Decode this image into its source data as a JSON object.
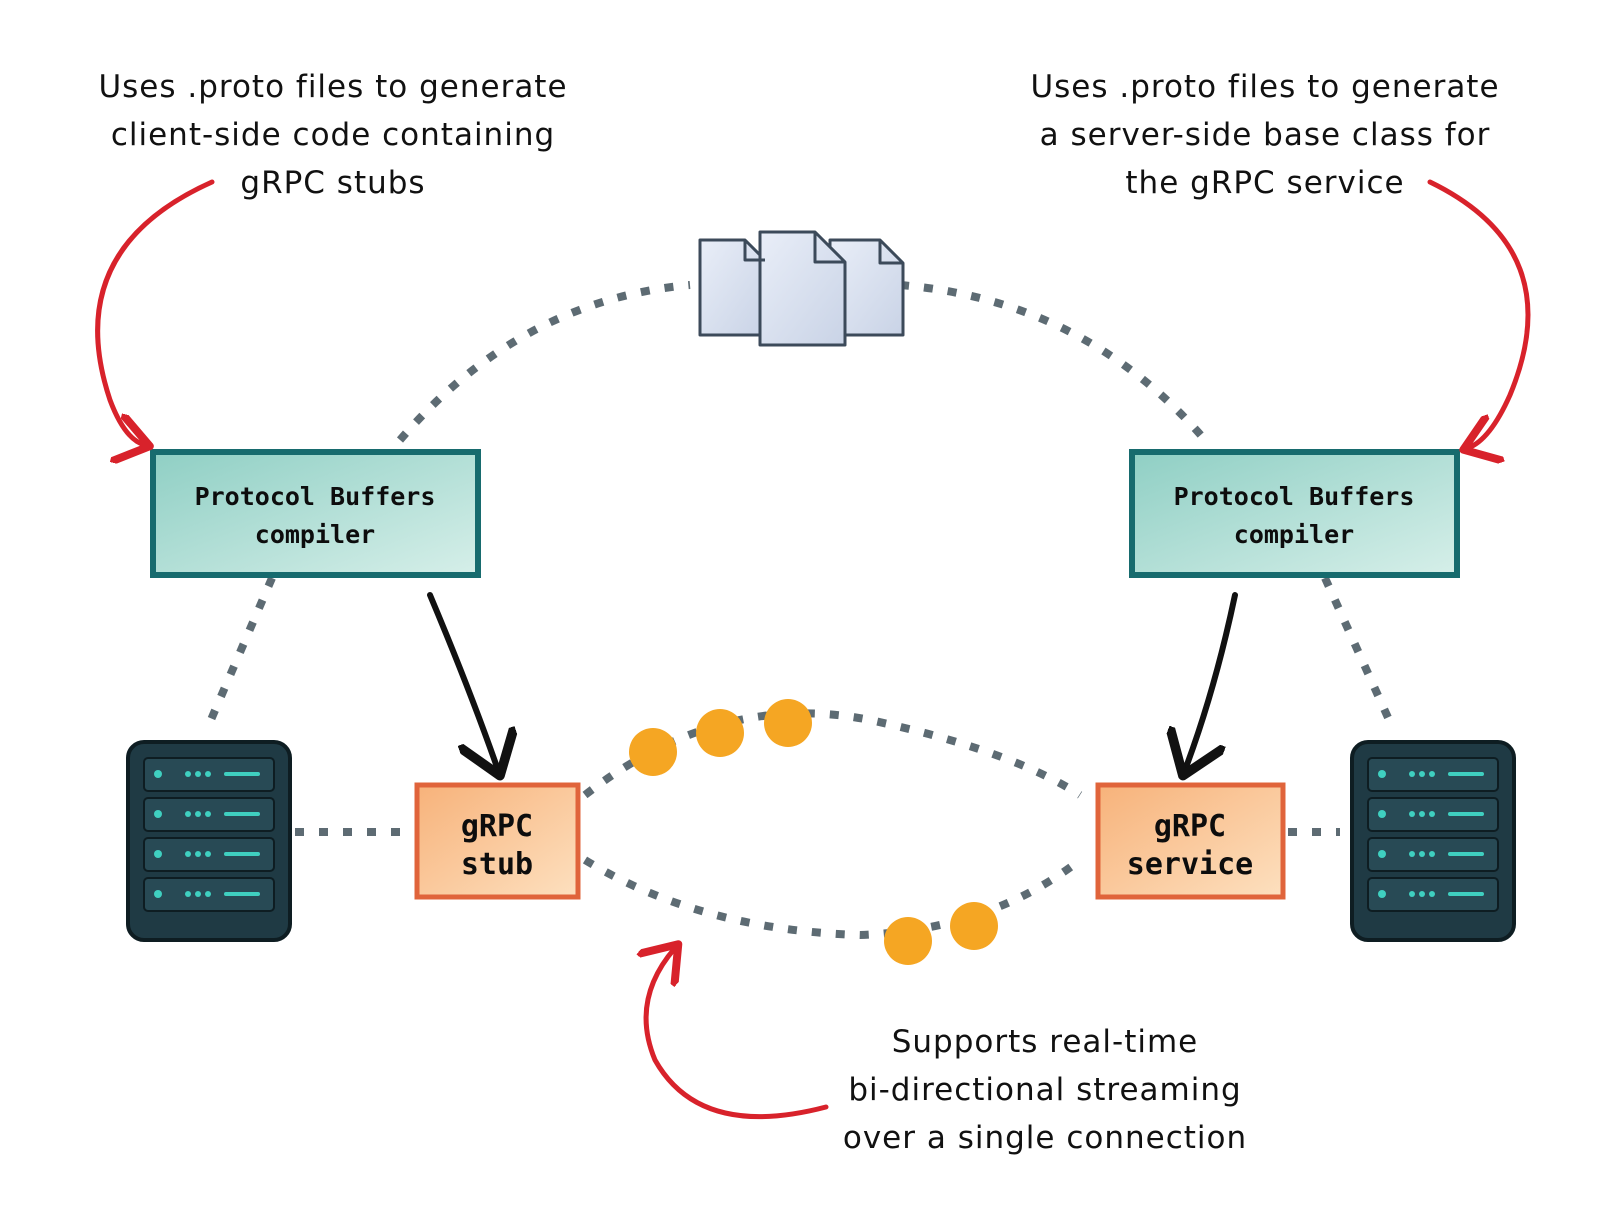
{
  "annotations": {
    "client_note": [
      "Uses .proto files to generate",
      "client-side code containing",
      "gRPC stubs"
    ],
    "server_note": [
      "Uses .proto files to generate",
      "a server-side base class for",
      "the gRPC service"
    ],
    "streaming_note": [
      "Supports real-time",
      "bi-directional streaming",
      "over a single connection"
    ]
  },
  "nodes": {
    "compiler_left": [
      "Protocol Buffers",
      "compiler"
    ],
    "compiler_right": [
      "Protocol Buffers",
      "compiler"
    ],
    "stub": [
      "gRPC",
      "stub"
    ],
    "service": [
      "gRPC",
      "service"
    ]
  },
  "icons": {
    "proto_files": "document-stack-icon",
    "client_server": "server-rack-icon",
    "service_server": "server-rack-icon"
  },
  "colors": {
    "compiler_fill": "#a9d9d0",
    "compiler_border": "#176b6e",
    "grpc_fill": "#fbc795",
    "grpc_border": "#e0643b",
    "message_dot": "#f5a623",
    "callout_arrow": "#d8222b",
    "flow_arrow": "#111111",
    "dotted_line": "#5d6b73",
    "server_body": "#1f3a44"
  }
}
